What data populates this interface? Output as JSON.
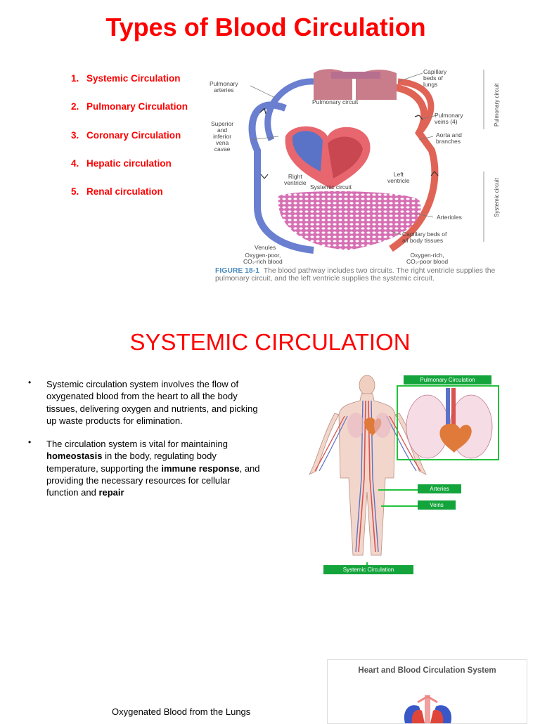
{
  "slide1": {
    "title": "Types of Blood Circulation",
    "list": [
      {
        "num": "1.",
        "label": "Systemic Circulation"
      },
      {
        "num": "2.",
        "label": "Pulmonary Circulation"
      },
      {
        "num": "3.",
        "label": "Coronary Circulation"
      },
      {
        "num": "4.",
        "label": "Hepatic circulation"
      },
      {
        "num": "5.",
        "label": "Renal circulation"
      }
    ],
    "figure": {
      "labels": {
        "pulmonary_arteries": "Pulmonary\narteries",
        "capillary_lungs": "Capillary\nbeds of\nlungs",
        "pulmonary_circuit": "Pulmonary circuit",
        "pulmonary_veins": "Pulmonary\nveins (4)",
        "superior_inferior": "Superior\nand\ninferior\nvena\ncavae",
        "aorta": "Aorta and\nbranches",
        "right_ventricle": "Right\nventricle",
        "left_ventricle": "Left\nventricle",
        "systemic_circuit": "Systemic circuit",
        "arterioles": "Arterioles",
        "capillary_body": "Capillary beds of\nall body tissues",
        "venules": "Venules",
        "oxygen_poor": "Oxygen-poor,\nCO₂-rich blood",
        "oxygen_rich": "Oxygen-rich,\nCO₂-poor blood",
        "side_pulmonary": "Pulmonary circuit",
        "side_systemic": "Systemic circuit"
      },
      "caption_label": "FIGURE 18-1",
      "caption_text": "The blood pathway includes two circuits. The right ventricle supplies the pulmonary circuit, and the left ventricle supplies the systemic circuit."
    }
  },
  "slide2": {
    "title": "SYSTEMIC CIRCULATION",
    "bullet_char": "•",
    "bullet1": "Systemic circulation system involves the flow of oxygenated blood from the heart to all the body tissues, delivering oxygen and nutrients, and picking up waste products for elimination.",
    "bullet2": {
      "t1": "The circulation system is vital for maintaining ",
      "b1": "homeostasis",
      "t2": " in the body, regulating body temperature, supporting the ",
      "b2": "immune response",
      "t3": ", and providing the necessary resources for cellular function and ",
      "b3": "repair"
    },
    "figure": {
      "pulmonary_tag": "Pulmonary Circulation",
      "arteries_tag": "Arteries",
      "veins_tag": "Veins",
      "systemic_tag": "Systemic Circulation"
    }
  },
  "slide3": {
    "figure_title": "Heart and Blood Circulation System",
    "oxygenated_label": "Oxygenated Blood from the Lungs"
  },
  "colors": {
    "title_red": "#ff0000",
    "tag_green": "#14a43c",
    "artery_red": "#d9534f",
    "vein_blue": "#5b73c7"
  }
}
